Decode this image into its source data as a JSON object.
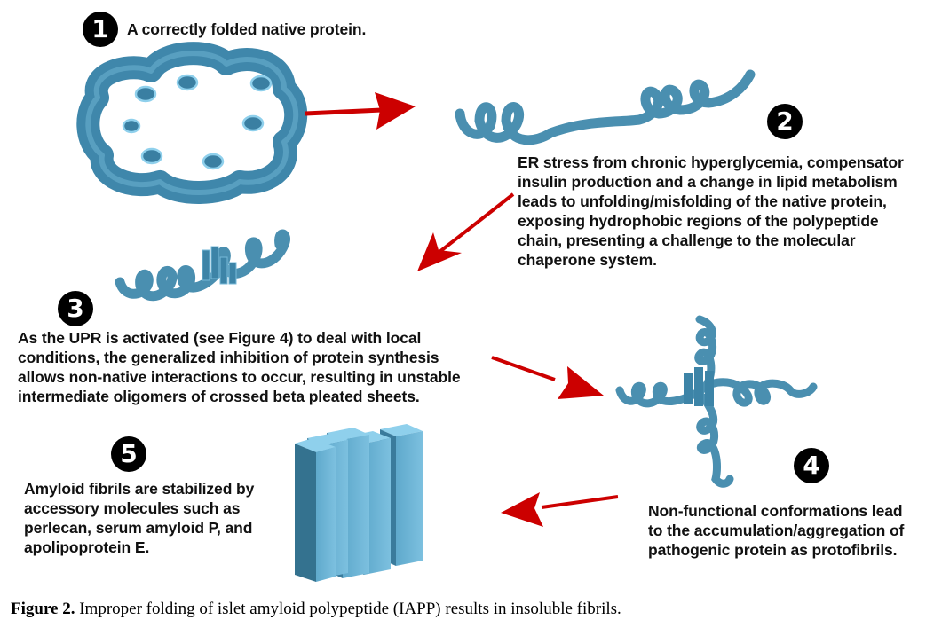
{
  "figure": {
    "caption_label": "Figure 2.",
    "caption_text": " Improper folding of islet amyloid polypeptide (IAPP) results in insoluble fibrils."
  },
  "colors": {
    "protein_blue": "#4a8fb0",
    "protein_light": "#7fc0dd",
    "protein_dark": "#2f6e8e",
    "arrow_red": "#cc0000",
    "badge": "#000000"
  },
  "steps": [
    {
      "number": "1",
      "text": "A correctly folded native protein.",
      "graphic": "native-folded-protein"
    },
    {
      "number": "2",
      "text": "ER stress from chronic hyperglycemia, compensator\ninsulin production and a change in lipid metabolism\nleads to unfolding/misfolding of the native protein,\nexposing hydrophobic regions of the polypeptide\nchain, presenting a challenge to the molecular\nchaperone system.",
      "graphic": "unfolded-polypeptide-chain"
    },
    {
      "number": "3",
      "text": "As the UPR is activated (see Figure 4) to deal with local\nconditions, the generalized inhibition of protein synthesis\nallows non-native interactions to occur, resulting in unstable\nintermediate oligomers of crossed beta pleated sheets.",
      "graphic": "intermediate-oligomer"
    },
    {
      "number": "4",
      "text": "Non-functional conformations lead\nto the accumulation/aggregation of\npathogenic protein as protofibrils.",
      "graphic": "protofibril-aggregate"
    },
    {
      "number": "5",
      "text": "Amyloid fibrils are stabilized by\naccessory molecules such as\nperlecan, serum amyloid P, and\napolipoprotein E.",
      "graphic": "amyloid-fibril"
    }
  ],
  "arrows": [
    {
      "from": "1",
      "to": "2",
      "direction": "right"
    },
    {
      "from": "2",
      "to": "3",
      "direction": "down-left"
    },
    {
      "from": "3",
      "to": "4",
      "direction": "down-right"
    },
    {
      "from": "4",
      "to": "5",
      "direction": "left"
    }
  ]
}
